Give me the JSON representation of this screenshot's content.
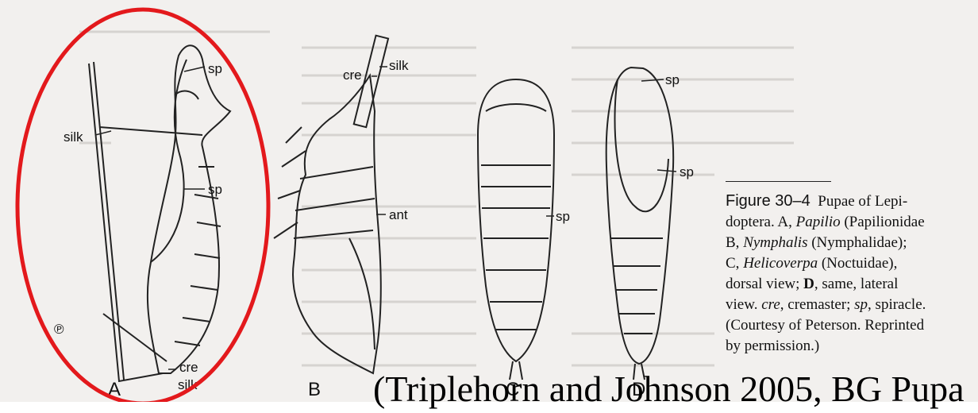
{
  "figure": {
    "labels": {
      "a_sp_top": "sp",
      "a_silk_left": "silk",
      "a_sp_mid": "sp",
      "a_cre": "cre",
      "a_silk_bottom": "silk",
      "b_cre": "cre",
      "b_silk": "silk",
      "b_ant": "ant",
      "c_sp": "sp",
      "d_sp_top": "sp",
      "d_sp_mid": "sp",
      "corner_mark": "℗"
    },
    "panels": [
      "A",
      "B",
      "C",
      "D"
    ],
    "highlight_color": "#e3191c"
  },
  "caption": {
    "figure_number": "Figure 30–4",
    "lines": [
      "Pupae of Lepi-",
      "doptera. A, ",
      "Papilio",
      " (Papilionidae",
      "B, ",
      "Nymphalis",
      " (Nymphalidae);",
      "C, ",
      "Helicoverpa",
      " (Noctuidae),",
      "dorsal view; ",
      "D",
      ", same, lateral",
      "view. ",
      "cre",
      ", cremaster; ",
      "sp",
      ", spiracle.",
      "(Courtesy of Peterson. Reprinted",
      "by permission.)"
    ]
  },
  "citation": "(Triplehorn and Johnson 2005, BG Pupa"
}
